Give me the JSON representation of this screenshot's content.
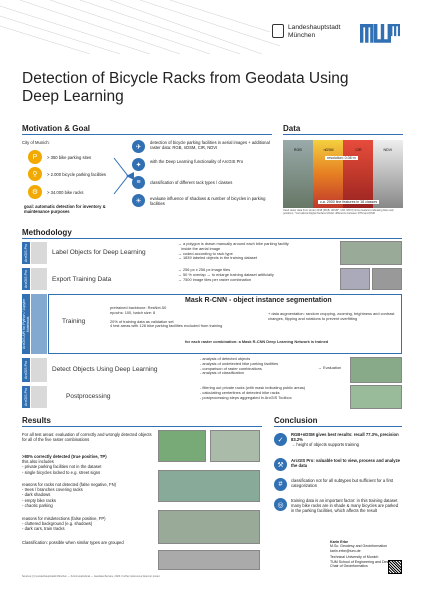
{
  "header": {
    "university": [
      "Landeshauptstadt",
      "München"
    ],
    "logo": "TUM"
  },
  "title": "Detection of Bicycle Racks from Geodata Using Deep Learning",
  "motivation": {
    "heading": "Motivation & Goal",
    "city_label": "City of Munich:",
    "stats": [
      {
        "icon": "parking-icon",
        "text": "> 350 bike parking sites"
      },
      {
        "icon": "bike-parking-icon",
        "text": "> 2.000 bicycle parking facilities"
      },
      {
        "icon": "bicycle-icon",
        "text": "> 34.000 bike racks"
      }
    ],
    "goal": "goal: automatic detection for inventory & maintenance purposes",
    "points": [
      {
        "icon": "drone-icon",
        "text": "detection of bicycle parking facilities in aerial images + additional raster data: RGB, nDSM, CIR, NDVI"
      },
      {
        "icon": "brain-icon",
        "text": "with the Deep Learning functionality of ArcGIS Pro"
      },
      {
        "icon": "classes-icon",
        "text": "classification of different rack types / classes"
      },
      {
        "icon": "sun-icon",
        "text": "evaluate influence of shadows & number of bicycles in parking facilities"
      }
    ]
  },
  "data": {
    "heading": "Data",
    "bands": [
      "RGB",
      "nDSM",
      "CIR",
      "NDVI"
    ],
    "resolution": "resolution: 0.08 m",
    "area": "c.a. 2000 line features in 18 classes",
    "caption": "Used raster data from winter 2018 (RGB, nDSM*, CIR, NDVI) & line features indicating bike rack positions. *normalized Digital Surface Model: difference between DTM and DSM"
  },
  "methodology": {
    "heading": "Methodology",
    "steps": [
      {
        "side": "ArcGIS Pro",
        "label": "Label Objects for Deep Learning",
        "bullets": [
          "a polygon is drawn manually around each bike parking facility",
          "inside the aerial image",
          "coded according to rack type",
          "1839 labeled objects in the training dataset"
        ]
      },
      {
        "side": "ArcGIS Pro",
        "label": "Export Training Data",
        "bullets": [
          "256 px x 256 px image tiles",
          "50 % overlap → to enlarge training dataset artificially",
          "7500 image tiles per raster combination"
        ]
      },
      {
        "side": "ArcGIS API for Python / Jupyter Notebook",
        "label": "Training",
        "model": "Mask R-CNN - object instance segmentation",
        "params": [
          "pretrained backbone: ResNet-50",
          "epochs: 100, batch size: 8",
          "20% of training data as validation set",
          "4 test areas with 128 bike parking facilities excluded from training"
        ],
        "augment": "+ data augmentation: random cropping, zooming, brightness and contrast changes, flipping and rotations to prevent overfitting",
        "note": "for each raster combination: a Mask R-CNN Deep Learning Network is trained"
      },
      {
        "side": "ArcGIS Pro",
        "label": "Detect Objects Using Deep Learning",
        "bullets": [
          "analysis of detected objects",
          "analysis of undetected bike parking facilities",
          "comparison of raster combinations",
          "analysis of classification"
        ],
        "evaluation": "Evaluation"
      },
      {
        "side": "ArcGIS Pro",
        "label": "Postprocessing",
        "bullets": [
          "filtering out private racks (with mask indicating public areas)",
          "calculating centerlines of detected bike racks",
          "postprocessing steps aggregated in ArcGIS Toolbox"
        ]
      }
    ]
  },
  "results": {
    "heading": "Results",
    "intro": "For all test areas: evaluation of correctly and wrongly detected objects for all of the five raster combinations",
    "tp": ">80% correctly detected (true positive, TP)",
    "tp_sub": [
      "this also includes",
      "private parking facilities not in the dataset",
      "single bicycles locked to e.g. street signs"
    ],
    "fn": "reasons for racks not detected (false negative, FN)",
    "fn_items": [
      "trees / branches covering racks",
      "dark shadows",
      "empty bike racks",
      "chaotic parking"
    ],
    "fp": "reasons for misdetections (false positive, FP)",
    "fp_items": [
      "cluttered background (e.g. shadows)",
      "dark cars, train tracks"
    ],
    "classification": "Classification: possible when similar types are grouped"
  },
  "conclusion": {
    "heading": "Conclusion",
    "items": [
      {
        "icon": "check-icon",
        "text": "RGB+nDSM gives best results: recall 77.3%, precision 83.2%",
        "sub": "height of objects supports training"
      },
      {
        "icon": "tool-icon",
        "text": "ArcGIS Pro: valuable tool to view, process and analyze the data"
      },
      {
        "icon": "tag-icon",
        "text": "classification not for all subtypes but sufficient for a first categorization"
      },
      {
        "icon": "db-icon",
        "text": "training data is an important factor: in this training dataset many bike racks are in shade & many bicycles are parked in the parking facilities, which affects the result"
      }
    ]
  },
  "author": {
    "name": "Karin Erbe",
    "degree": "M.Sc. Geodesy and Geoinformation",
    "email": "karin.erbe@tum.de",
    "affil": [
      "Technical University of Munich",
      "TUM School of Engineering and Design",
      "Chair of Geoinformatics"
    ]
  },
  "sources": "Sources: [1] Landeshauptstadt München — Kommunalreferat — GeodatenService, 2020. Further references listed on poster."
}
